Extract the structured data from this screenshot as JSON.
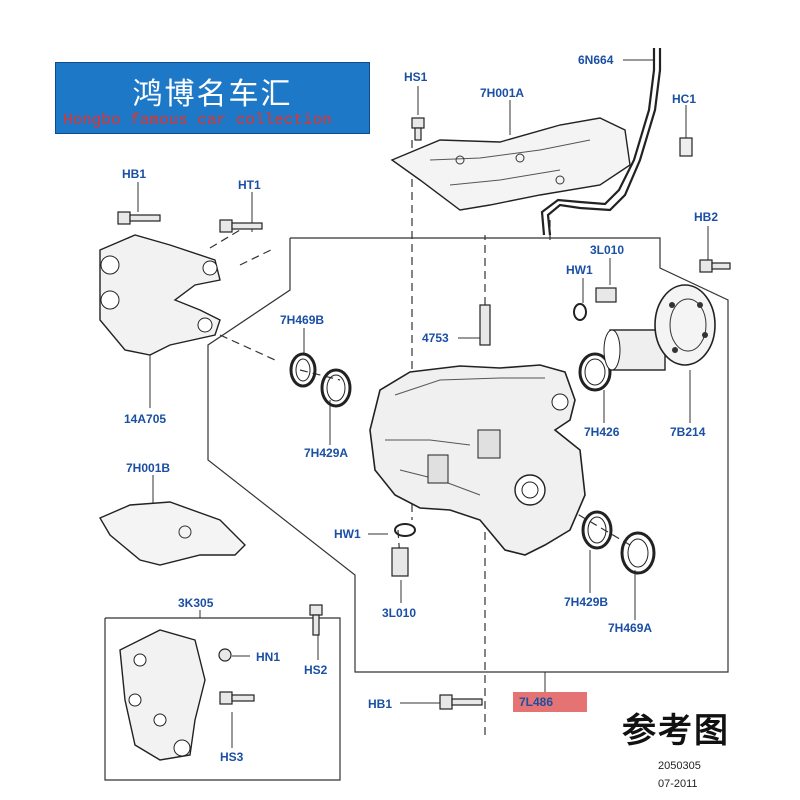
{
  "banner": {
    "title": "鸿博名车汇",
    "subtitle": "Hongbo famous car collection"
  },
  "reference_label": "参考图",
  "highlighted_part": "7L486",
  "drawing_code": "2050305",
  "drawing_date": "07-2011",
  "callouts": {
    "hs1": "HS1",
    "h7001a": "7H001A",
    "n6664": "6N664",
    "hc1": "HC1",
    "hb1_top": "HB1",
    "ht1": "HT1",
    "hb2": "HB2",
    "l3010_top": "3L010",
    "hw1_top": "HW1",
    "h7469b": "7H469B",
    "p4753": "4753",
    "a14705": "14A705",
    "h7429a": "7H429A",
    "h7426": "7H426",
    "b7214": "7B214",
    "h7001b": "7H001B",
    "hw1_bottom": "HW1",
    "l3010_bottom": "3L010",
    "k3305": "3K305",
    "hn1": "HN1",
    "hs2": "HS2",
    "h7429b": "7H429B",
    "h7469a": "7H469A",
    "hb1_bottom": "HB1",
    "hs3": "HS3"
  }
}
